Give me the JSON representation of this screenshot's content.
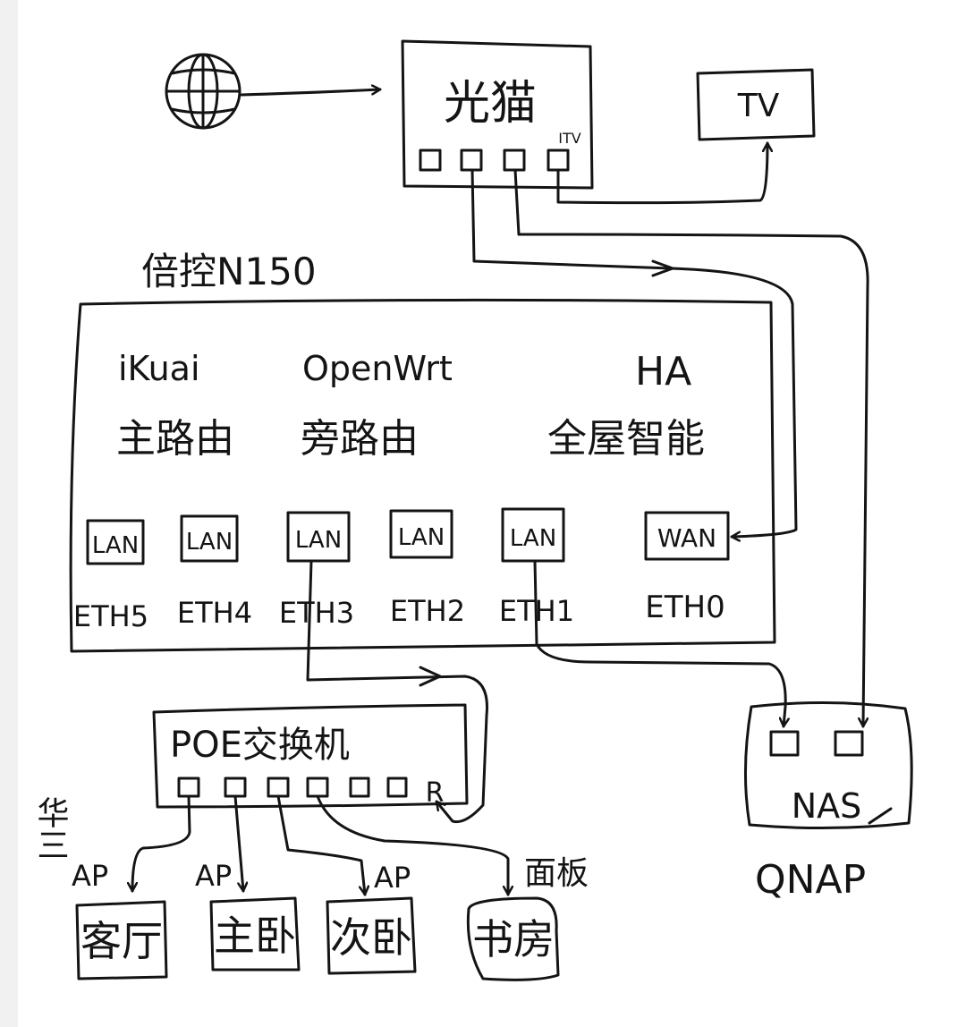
{
  "colors": {
    "ink": "#141414",
    "paper": "#ffffff",
    "strip": "#f1f1f1"
  },
  "internet": {
    "icon": "globe-icon"
  },
  "modem": {
    "label": "光猫",
    "iptv_label": "ITV"
  },
  "tv": {
    "label": "TV"
  },
  "router": {
    "title": "倍控N150",
    "systems": [
      {
        "name": "iKuai",
        "role": "主路由"
      },
      {
        "name": "OpenWrt",
        "role": "旁路由"
      },
      {
        "name": "HA",
        "role": "全屋智能"
      }
    ],
    "ports": [
      {
        "tag": "LAN",
        "eth": "ETH5"
      },
      {
        "tag": "LAN",
        "eth": "ETH4"
      },
      {
        "tag": "LAN",
        "eth": "ETH3"
      },
      {
        "tag": "LAN",
        "eth": "ETH2"
      },
      {
        "tag": "LAN",
        "eth": "ETH1"
      },
      {
        "tag": "WAN",
        "eth": "ETH0"
      }
    ]
  },
  "switch": {
    "brand": "华三",
    "label": "POE交换机",
    "uplink_port": "R"
  },
  "nas": {
    "label": "NAS",
    "brand": "QNAP"
  },
  "rooms": [
    {
      "tag": "AP",
      "name": "客厅"
    },
    {
      "tag": "AP",
      "name": "主卧"
    },
    {
      "tag": "AP",
      "name": "次卧"
    },
    {
      "tag": "面板",
      "name": "书房"
    }
  ]
}
